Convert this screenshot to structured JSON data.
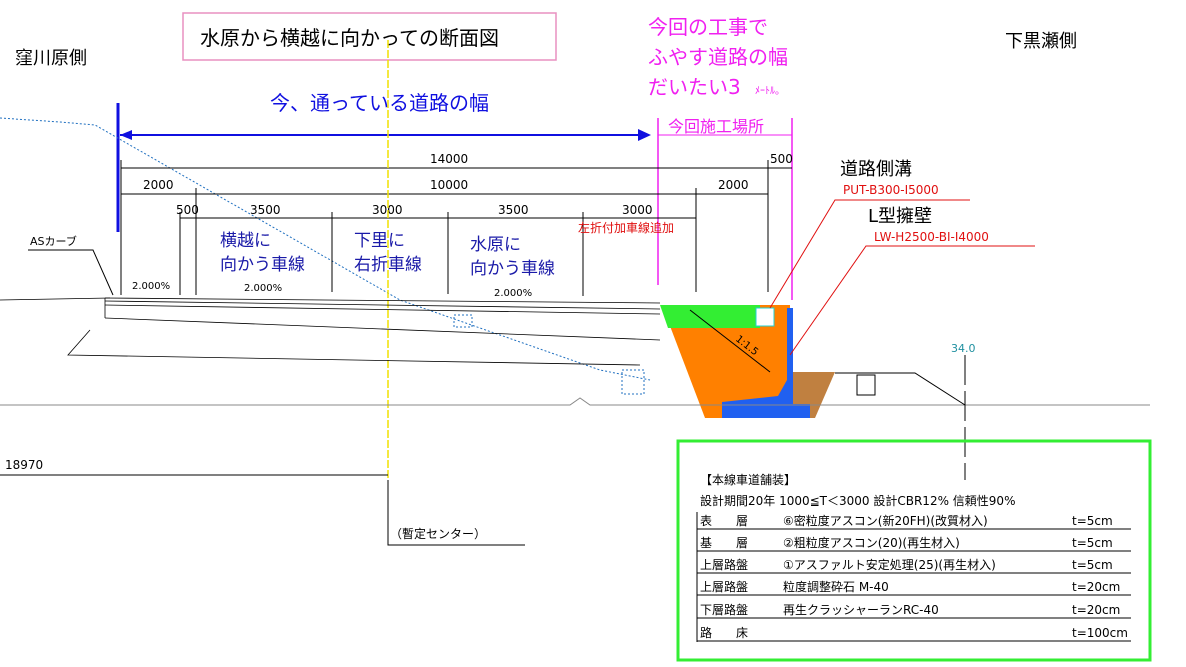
{
  "title": "水原から横越に向かっての断面図",
  "left_side": "窪川原側",
  "right_side": "下黒瀬側",
  "added_width_note": [
    "今回の工事で",
    "ふやす道路の幅",
    "だいたい3",
    "ﾒｰﾄﾙ。"
  ],
  "current_width_label": "今、通っている道路の幅",
  "work_area_label": "今回施工場所",
  "dimensions": {
    "total": "14000",
    "row2": [
      "2000",
      "10000",
      "2000"
    ],
    "edge": "500",
    "row3": [
      "500",
      "3500",
      "3000",
      "3500",
      "3000"
    ],
    "left_offset": "18970"
  },
  "lanes": [
    [
      "横越に",
      "向かう車線"
    ],
    [
      "下里に",
      "右折車線"
    ],
    [
      "水原に",
      "向かう車線"
    ]
  ],
  "added_lane_label": "左折付加車線追加",
  "slopes": [
    "2.000%",
    "2.000%",
    "2.000%"
  ],
  "slope_ratio": "1:1.5",
  "as_curb_label": "ASカーブ",
  "gutter": {
    "name": "道路側溝",
    "spec": "PUT-B300-I5000"
  },
  "retaining_wall": {
    "name": "L型擁壁",
    "spec": "LW-H2500-BⅠ-I4000"
  },
  "elevation": "34.0",
  "center_label": "（暫定センター）",
  "pavement": {
    "heading": "【本線車道舗装】",
    "conditions": "設計期間20年  1000≦T＜3000  設計CBR12%  信頼性90%",
    "rows": [
      {
        "layer": "表　　層",
        "material": "⑥密粒度アスコン(新20FH)(改質材入)",
        "thickness": "t=5cm"
      },
      {
        "layer": "基　　層",
        "material": "②粗粒度アスコン(20)(再生材入)",
        "thickness": "t=5cm"
      },
      {
        "layer": "上層路盤",
        "material": "①アスファルト安定処理(25)(再生材入)",
        "thickness": "t=5cm"
      },
      {
        "layer": "上層路盤",
        "material": "粒度調整砕石 M-40",
        "thickness": "t=20cm"
      },
      {
        "layer": "下層路盤",
        "material": "再生クラッシャーランRC-40",
        "thickness": "t=20cm"
      },
      {
        "layer": "路　　床",
        "material": "",
        "thickness": "t=100cm"
      }
    ]
  },
  "colors": {
    "blue": "#1010e0",
    "magenta": "#f020f0",
    "red": "#e01010",
    "orange": "#ff8000",
    "green": "#33ee33",
    "brown": "#c08040"
  }
}
